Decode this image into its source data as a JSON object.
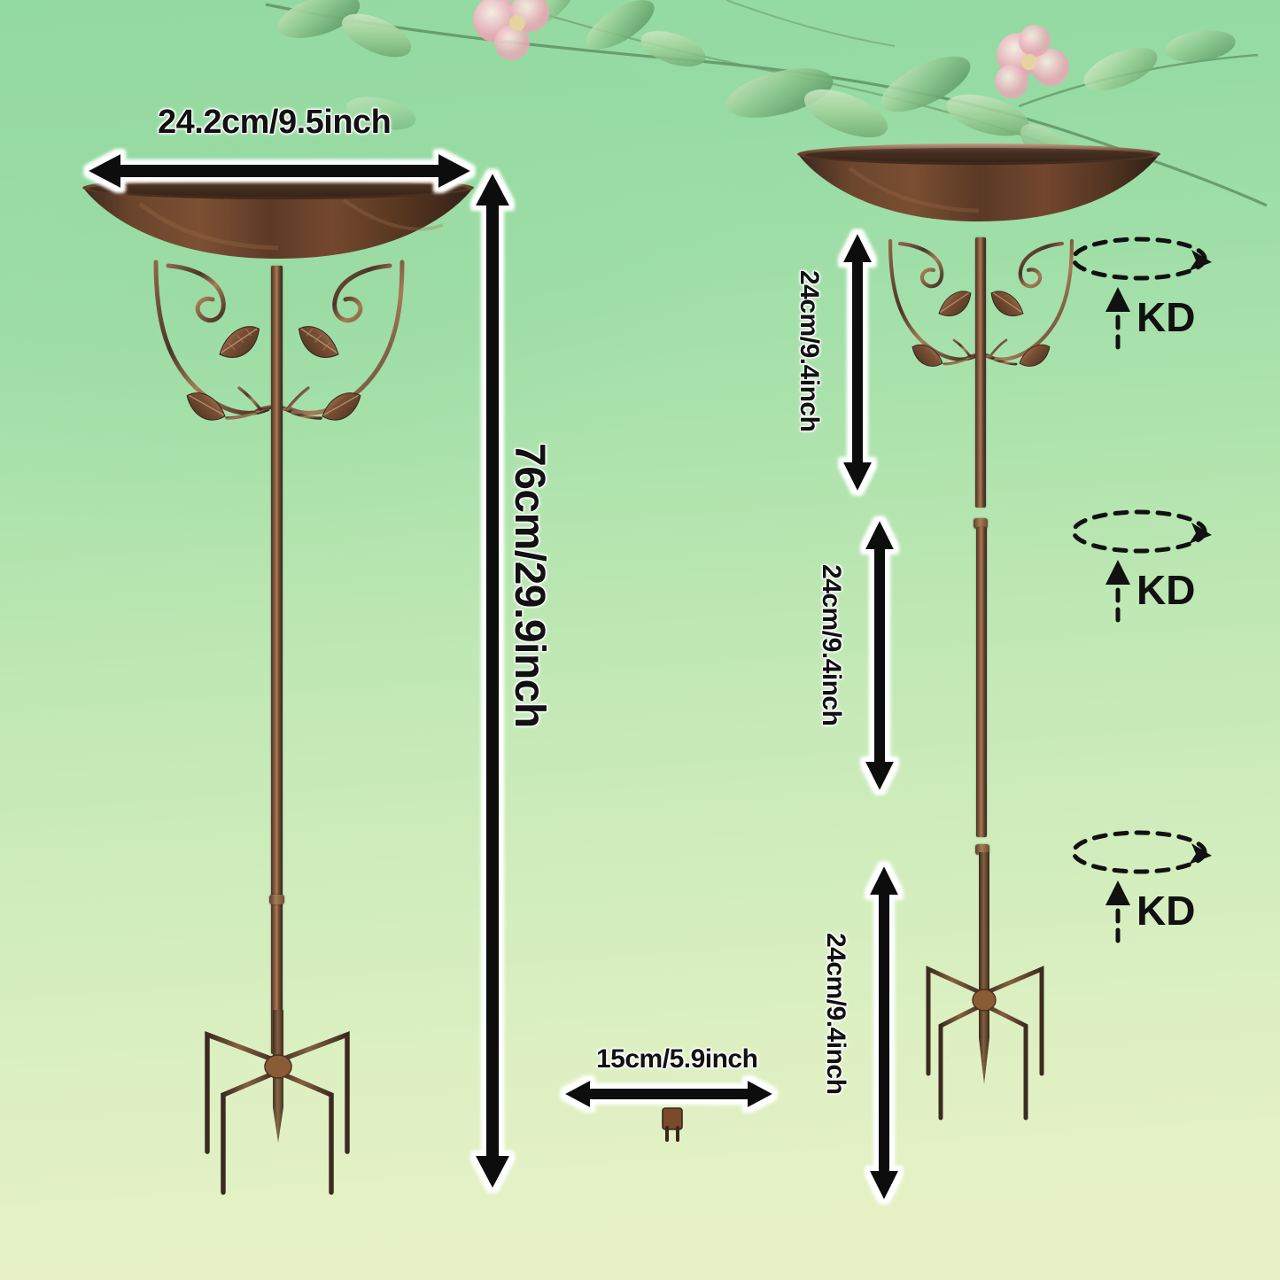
{
  "background": {
    "top_color": "#93d9a2",
    "bottom_color": "#e7f0c4",
    "style": "mint-to-cream vertical gradient with watercolor foliage"
  },
  "product": {
    "name": "bird-bath-garden-stake",
    "finish_color": "#7b5740",
    "bowl_color": "#5b3b27"
  },
  "decor": {
    "leaf_color": "#7fc08a",
    "leaf_dark": "#4f8f5d",
    "branch_color": "#5e8f63",
    "blossom_color": "#f3c0c9",
    "blossom_center": "#e9d9a0"
  },
  "assembled": {
    "label": "assembled-bird-bath",
    "width_dim": {
      "name": "bowl-diameter",
      "text": "24.2cm/9.5inch",
      "orientation": "horizontal",
      "arrow": "double"
    },
    "height_dim": {
      "name": "total-height",
      "text": "76cm/29.9inch",
      "orientation": "vertical",
      "arrow": "double"
    }
  },
  "exploded": {
    "label": "knock-down-sections",
    "sections": [
      {
        "name": "top-section-with-scrollwork",
        "text": "24cm/9.4inch",
        "kd": "KD"
      },
      {
        "name": "middle-pole-section",
        "text": "24cm/9.4inch",
        "kd": "KD"
      },
      {
        "name": "bottom-stake-section",
        "text": "24cm/9.4inch",
        "kd": "KD"
      }
    ]
  },
  "bracket": {
    "name": "ground-stake-bracket",
    "width_dim": {
      "name": "bracket-width",
      "text": "15cm/5.9inch",
      "orientation": "horizontal",
      "arrow": "double"
    }
  },
  "icons": {
    "rotation": "dashed-ellipse-rotation-icon",
    "insert": "dashed-up-arrow-icon",
    "arrow_double_h": "double-headed-horizontal-arrow",
    "arrow_double_v": "double-headed-vertical-arrow"
  }
}
